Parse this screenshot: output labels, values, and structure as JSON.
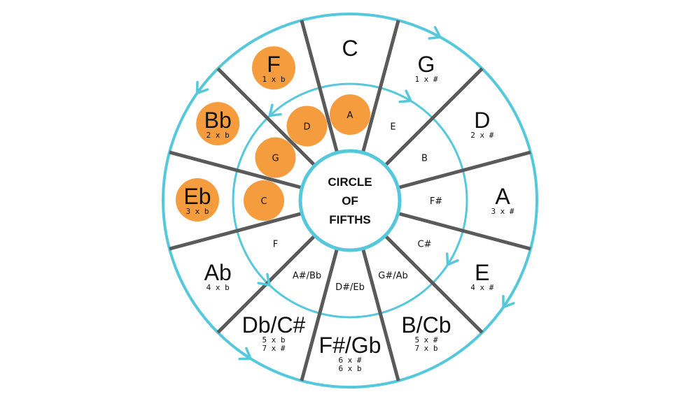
{
  "center": {
    "lines": [
      "CIRCLE",
      "OF",
      "FIFTHS"
    ]
  },
  "colors": {
    "ring": "#56c8dc",
    "divider": "#5a5a5a",
    "highlight": "#f59c3f"
  },
  "major_keys": [
    {
      "label": "C",
      "sig": [],
      "highlight": false
    },
    {
      "label": "G",
      "sig": [
        "1 x #"
      ],
      "highlight": false
    },
    {
      "label": "D",
      "sig": [
        "2 x #"
      ],
      "highlight": false
    },
    {
      "label": "A",
      "sig": [
        "3 x #"
      ],
      "highlight": false
    },
    {
      "label": "E",
      "sig": [
        "4 x #"
      ],
      "highlight": false
    },
    {
      "label": "B/Cb",
      "sig": [
        "5 x #",
        "7 x b"
      ],
      "highlight": false
    },
    {
      "label": "F#/Gb",
      "sig": [
        "6 x #",
        "6 x b"
      ],
      "highlight": false
    },
    {
      "label": "Db/C#",
      "sig": [
        "5 x b",
        "7 x #"
      ],
      "highlight": false
    },
    {
      "label": "Ab",
      "sig": [
        "4 x b"
      ],
      "highlight": false
    },
    {
      "label": "Eb",
      "sig": [
        "3 x b"
      ],
      "highlight": true
    },
    {
      "label": "Bb",
      "sig": [
        "2 x b"
      ],
      "highlight": true
    },
    {
      "label": "F",
      "sig": [
        "1 x b"
      ],
      "highlight": true
    }
  ],
  "minor_keys": [
    {
      "label": "A",
      "highlight": true
    },
    {
      "label": "E",
      "highlight": false
    },
    {
      "label": "B",
      "highlight": false
    },
    {
      "label": "F#",
      "highlight": false
    },
    {
      "label": "C#",
      "highlight": false
    },
    {
      "label": "G#/Ab",
      "highlight": false
    },
    {
      "label": "D#/Eb",
      "highlight": false
    },
    {
      "label": "A#/Bb",
      "highlight": false
    },
    {
      "label": "F",
      "highlight": false
    },
    {
      "label": "C",
      "highlight": true
    },
    {
      "label": "G",
      "highlight": true
    },
    {
      "label": "D",
      "highlight": true
    }
  ]
}
